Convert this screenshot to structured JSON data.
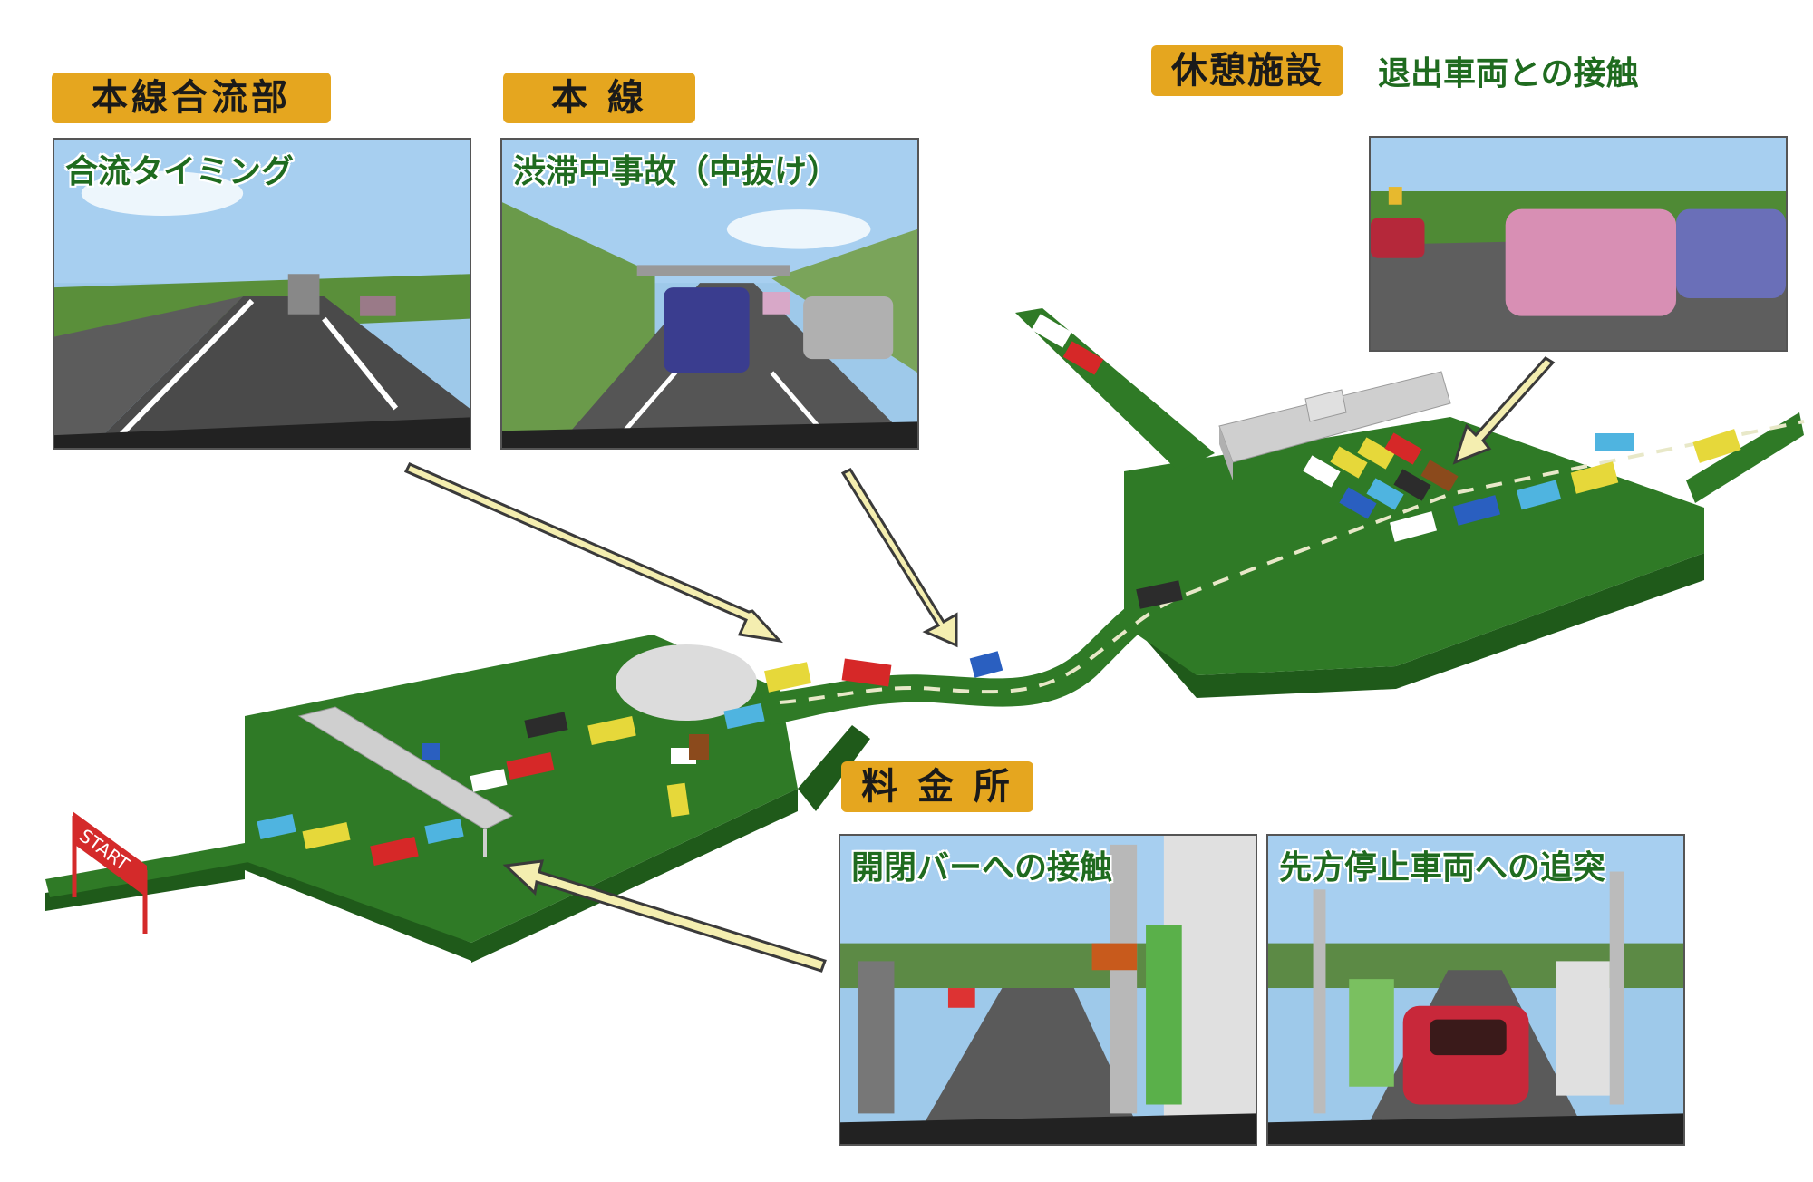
{
  "sections": {
    "merge": {
      "tag": "本線合流部",
      "caption": "合流タイミング"
    },
    "mainline": {
      "tag": "本 線",
      "caption": "渋滞中事故（中抜け）"
    },
    "rest": {
      "tag": "休憩施設",
      "caption": "退出車両との接触"
    },
    "tollgate": {
      "tag": "料 金 所",
      "captions": [
        "開閉バーへの接触",
        "先方停止車両への追突"
      ]
    }
  },
  "start_sign": "START",
  "colors": {
    "label_bg": "#e5a61f",
    "caption_text": "#1f6b1f",
    "course_top": "#2f7a26",
    "course_side": "#1f5a1a",
    "arrow_fill": "#f4eeb0",
    "arrow_stroke": "#3a3a3a",
    "start_sign": "#d42a2a"
  },
  "icons": [
    "start-sign",
    "pointer-arrow",
    "toy-car",
    "toll-booth-building",
    "rest-area-building",
    "tunnel-ellipse"
  ]
}
